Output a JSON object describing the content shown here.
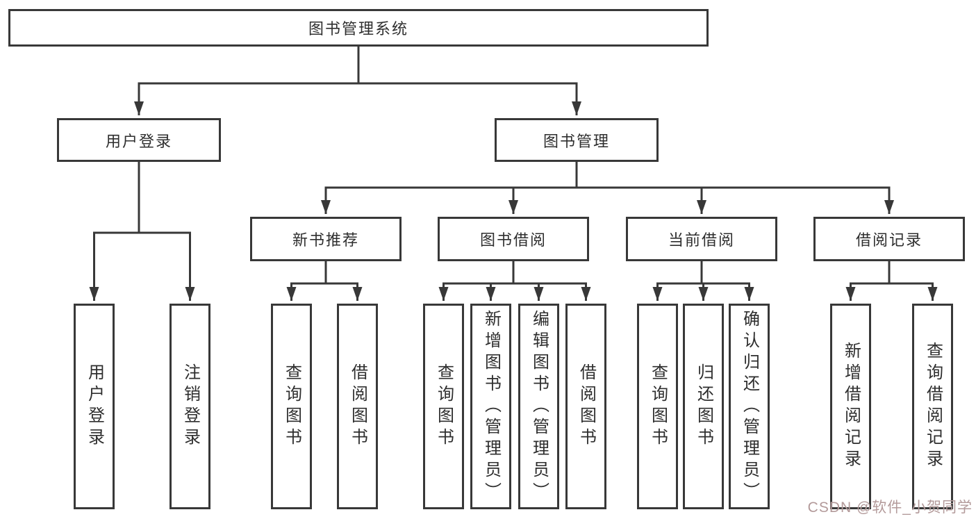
{
  "diagram": {
    "root": {
      "label": "图书管理系统"
    },
    "level2": [
      {
        "label": "用户登录"
      },
      {
        "label": "图书管理"
      }
    ],
    "level3": [
      {
        "label": "新书推荐"
      },
      {
        "label": "图书借阅"
      },
      {
        "label": "当前借阅"
      },
      {
        "label": "借阅记录"
      }
    ],
    "groups": [
      {
        "parent": "用户登录",
        "children": [
          "用户登录",
          "注销登录"
        ]
      },
      {
        "parent": "新书推荐",
        "children": [
          "查询图书",
          "借阅图书"
        ]
      },
      {
        "parent": "图书借阅",
        "children": [
          "查询图书",
          "新增图书（管理员）",
          "编辑图书（管理员）",
          "借阅图书"
        ]
      },
      {
        "parent": "当前借阅",
        "children": [
          "查询图书",
          "归还图书",
          "确认归还（管理员）"
        ]
      },
      {
        "parent": "借阅记录",
        "children": [
          "新增借阅记录",
          "查询借阅记录"
        ]
      }
    ]
  },
  "watermark": {
    "text": "CSDN @软件_小贺同学",
    "color": "#b39a9a"
  },
  "colors": {
    "line": "#383838",
    "box_border": "#383838",
    "background": "#ffffff",
    "text": "#2e2e2e"
  }
}
